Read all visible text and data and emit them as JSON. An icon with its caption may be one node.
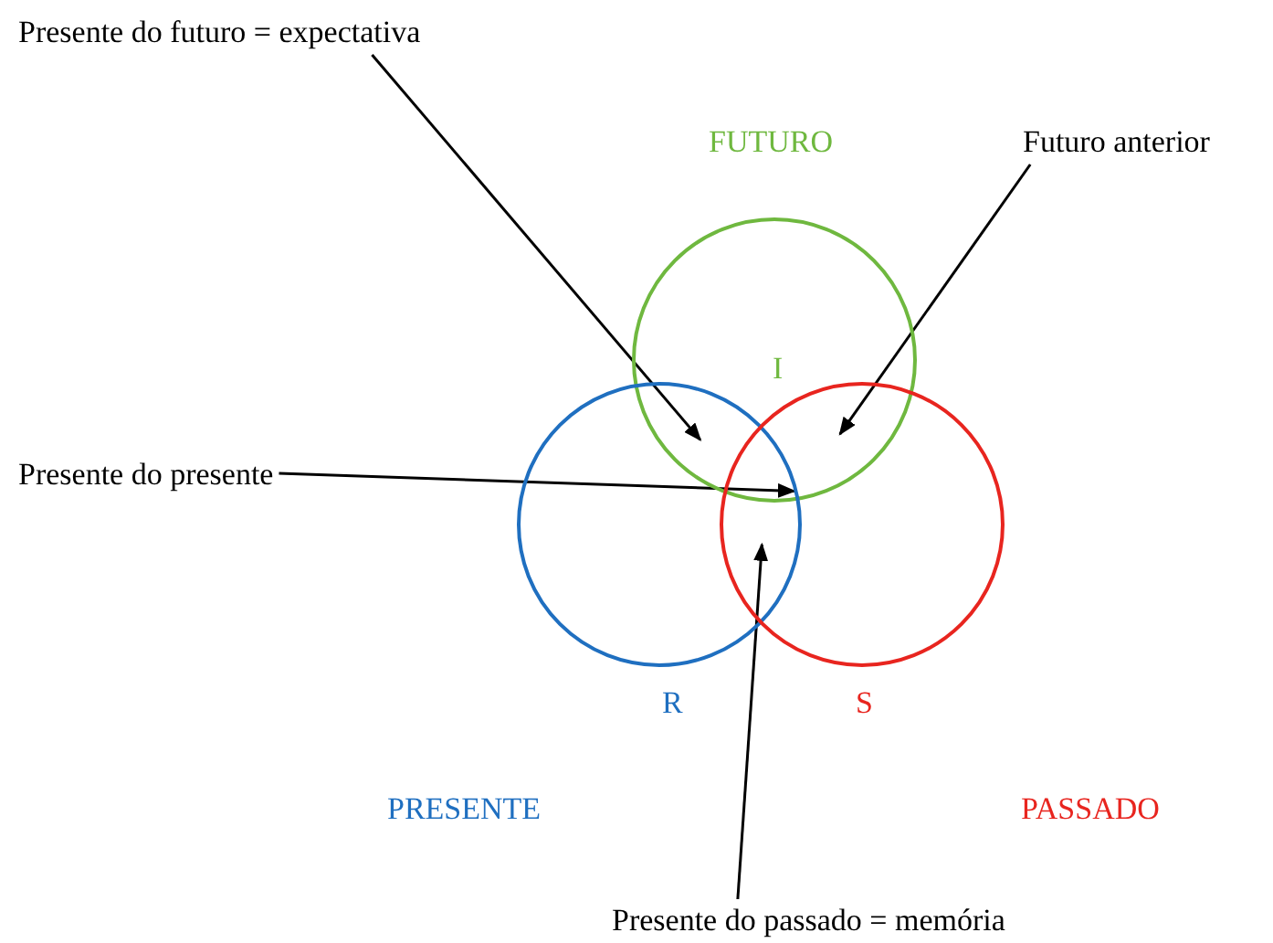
{
  "diagram": {
    "nodes": [
      {
        "text": [
          "I"
        ]
      },
      {
        "text": [
          "R"
        ]
      },
      {
        "text": [
          "S"
        ]
      },
      {
        "text": [
          "Presente do futuro = expectativa"
        ]
      },
      {
        "text": [
          "Futuro anterior"
        ]
      },
      {
        "text": [
          "Presente do presente"
        ]
      },
      {
        "text": [
          "Presente do passado = memória"
        ]
      }
    ],
    "edges": [
      {
        "from": 3,
        "to": 0,
        "arrow": "to"
      },
      {
        "from": 4,
        "to": 0,
        "arrow": "to"
      },
      {
        "from": 5,
        "to": 0,
        "arrow": "to"
      },
      {
        "from": 6,
        "to": 1,
        "arrow": "to"
      }
    ],
    "labels": [
      "FUTURO",
      "PRESENTE",
      "PASSADO"
    ]
  }
}
